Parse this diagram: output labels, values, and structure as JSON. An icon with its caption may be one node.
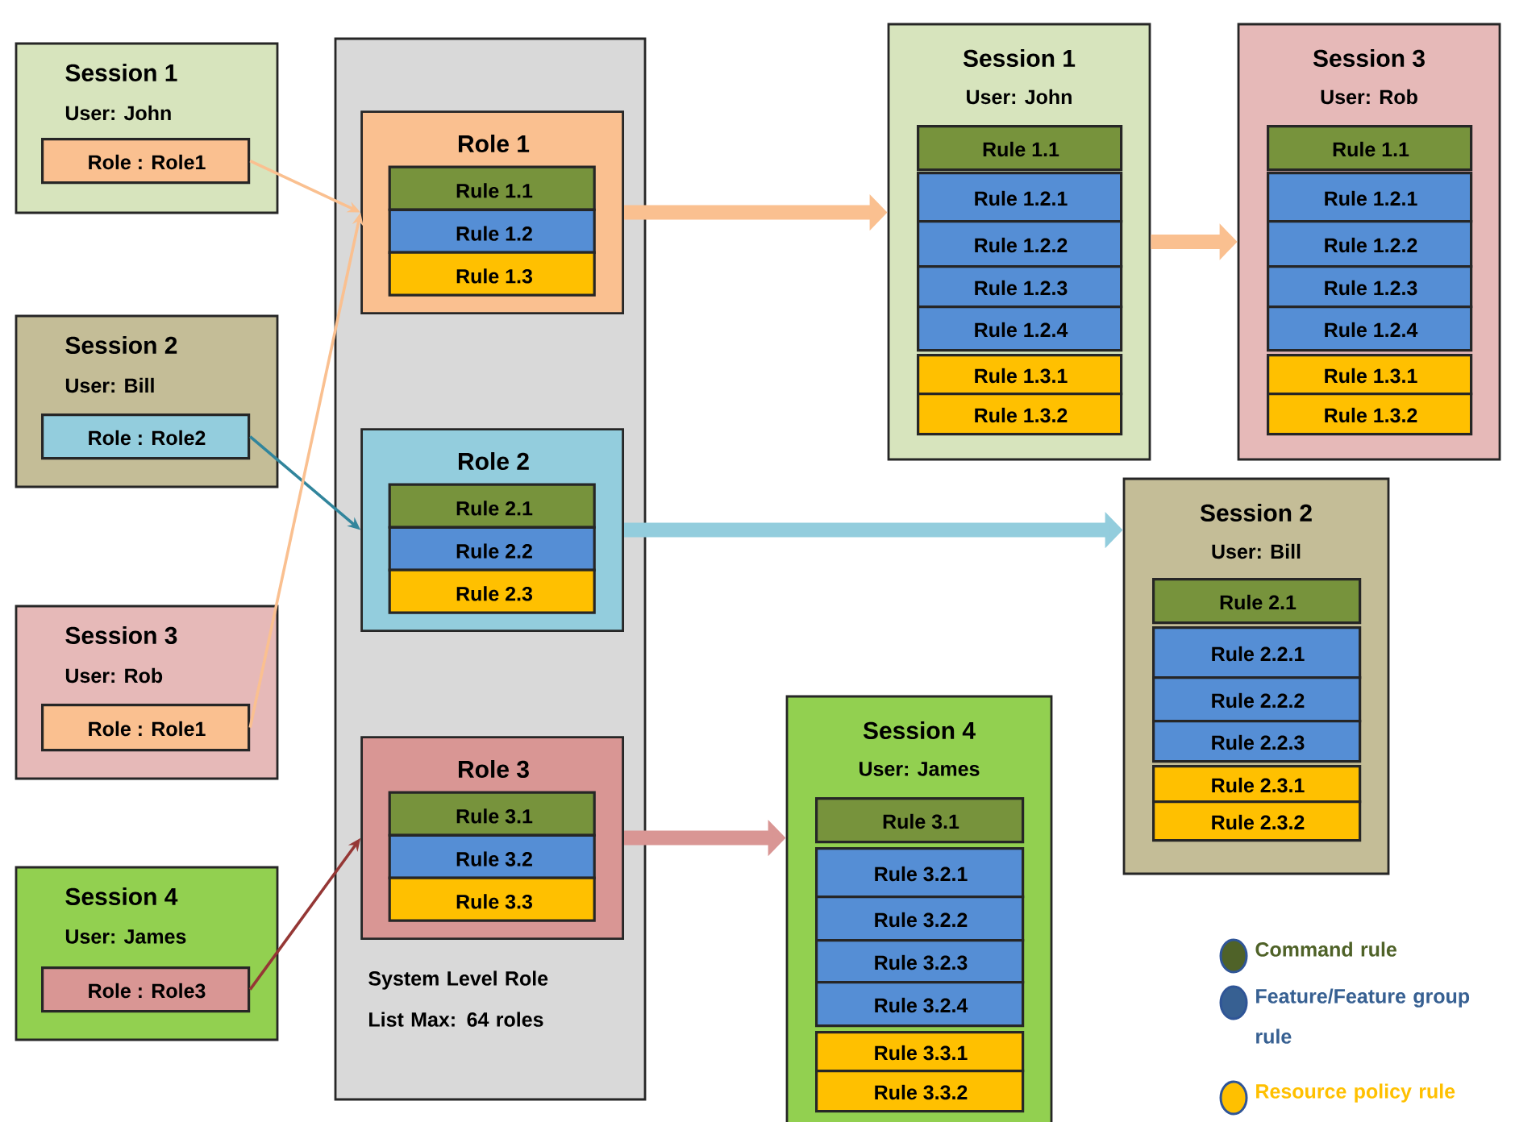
{
  "diagram": {
    "nodes": [
      {
        "text": [
          "Session 1",
          "User: John"
        ]
      },
      {
        "text": [
          "Role : Role1"
        ],
        "in": 0
      },
      {
        "text": [
          "Session 2",
          "User: Bill"
        ]
      },
      {
        "text": [
          "Role : Role2"
        ],
        "in": 2
      },
      {
        "text": [
          "Session 3",
          "User: Rob"
        ]
      },
      {
        "text": [
          "Role : Role1"
        ],
        "in": 4
      },
      {
        "text": [
          "Session 4",
          "User: James"
        ]
      },
      {
        "text": [
          "Role : Role3"
        ],
        "in": 6
      },
      {
        "text": [
          "System Level Role List Max: 64 roles"
        ]
      },
      {
        "text": [
          "Role 1"
        ],
        "in": 8
      },
      {
        "text": [
          "Rule 1.1"
        ],
        "in": 9
      },
      {
        "text": [
          "Rule 1.2"
        ],
        "in": 9
      },
      {
        "text": [
          "Rule 1.3"
        ],
        "in": 9
      },
      {
        "text": [
          "Role 2"
        ],
        "in": 8
      },
      {
        "text": [
          "Rule 2.1"
        ],
        "in": 13
      },
      {
        "text": [
          "Rule 2.2"
        ],
        "in": 13
      },
      {
        "text": [
          "Rule 2.3"
        ],
        "in": 13
      },
      {
        "text": [
          "Role 3"
        ],
        "in": 8
      },
      {
        "text": [
          "Rule 3.1"
        ],
        "in": 17
      },
      {
        "text": [
          "Rule 3.2"
        ],
        "in": 17
      },
      {
        "text": [
          "Rule 3.3"
        ],
        "in": 17
      },
      {
        "text": [
          "Session 1",
          "User: John"
        ]
      },
      {
        "text": [
          "Rule 1.1"
        ],
        "in": 21
      },
      {
        "text": [
          "Rule 1.2.1"
        ],
        "in": 21
      },
      {
        "text": [
          "Rule 1.2.2"
        ],
        "in": 21
      },
      {
        "text": [
          "Rule 1.2.3"
        ],
        "in": 21
      },
      {
        "text": [
          "Rule 1.2.4"
        ],
        "in": 21
      },
      {
        "text": [
          "Rule 1.3.1"
        ],
        "in": 21
      },
      {
        "text": [
          "Rule 1.3.2"
        ],
        "in": 21
      },
      {
        "text": [
          "Session 3",
          "User: Rob"
        ]
      },
      {
        "text": [
          "Rule 1.1"
        ],
        "in": 29
      },
      {
        "text": [
          "Rule 1.2.1"
        ],
        "in": 29
      },
      {
        "text": [
          "Rule 1.2.2"
        ],
        "in": 29
      },
      {
        "text": [
          "Rule 1.2.3"
        ],
        "in": 29
      },
      {
        "text": [
          "Rule 1.2.4"
        ],
        "in": 29
      },
      {
        "text": [
          "Rule 1.3.1"
        ],
        "in": 29
      },
      {
        "text": [
          "Rule 1.3.2"
        ],
        "in": 29
      },
      {
        "text": [
          "Session 2",
          "User: Bill"
        ]
      },
      {
        "text": [
          "Rule 2.1"
        ],
        "in": 37
      },
      {
        "text": [
          "Rule 2.2.1"
        ],
        "in": 37
      },
      {
        "text": [
          "Rule 2.2.2"
        ],
        "in": 37
      },
      {
        "text": [
          "Rule 2.2.3"
        ],
        "in": 37
      },
      {
        "text": [
          "Rule 2.3.1"
        ],
        "in": 37
      },
      {
        "text": [
          "Rule 2.3.2"
        ],
        "in": 37
      },
      {
        "text": [
          "Session 4",
          "User: James"
        ]
      },
      {
        "text": [
          "Rule 3.1"
        ],
        "in": 44
      },
      {
        "text": [
          "Rule 3.2.1"
        ],
        "in": 44
      },
      {
        "text": [
          "Rule 3.2.2"
        ],
        "in": 44
      },
      {
        "text": [
          "Rule 3.2.3"
        ],
        "in": 44
      },
      {
        "text": [
          "Rule 3.2.4"
        ],
        "in": 44
      },
      {
        "text": [
          "Rule 3.3.1"
        ],
        "in": 44
      },
      {
        "text": [
          "Rule 3.3.2"
        ],
        "in": 44
      }
    ],
    "edges": [
      {
        "from": 1,
        "to": 9,
        "arrow": "to",
        "color": "#fac090"
      },
      {
        "from": 3,
        "to": 13,
        "arrow": "to",
        "color": "#31859c"
      },
      {
        "from": 5,
        "to": 9,
        "arrow": "to",
        "color": "#fac090"
      },
      {
        "from": 7,
        "to": 17,
        "arrow": "to",
        "color": "#953735"
      },
      {
        "from": 9,
        "to": 21,
        "arrow": "to",
        "style": "thick",
        "color": "#fac090"
      },
      {
        "from": 21,
        "to": 29,
        "arrow": "to",
        "style": "thick",
        "color": "#fac090"
      },
      {
        "from": 13,
        "to": 37,
        "arrow": "to",
        "style": "thick",
        "color": "#93cddd"
      },
      {
        "from": 17,
        "to": 44,
        "arrow": "to",
        "style": "thick",
        "color": "#d99694"
      }
    ],
    "legend": [
      {
        "text": "Command rule",
        "color": "#4f6228"
      },
      {
        "text": "Feature/Feature group rule",
        "color": "#376092"
      },
      {
        "text": "Resource policy rule",
        "color": "#ffc000"
      }
    ]
  }
}
